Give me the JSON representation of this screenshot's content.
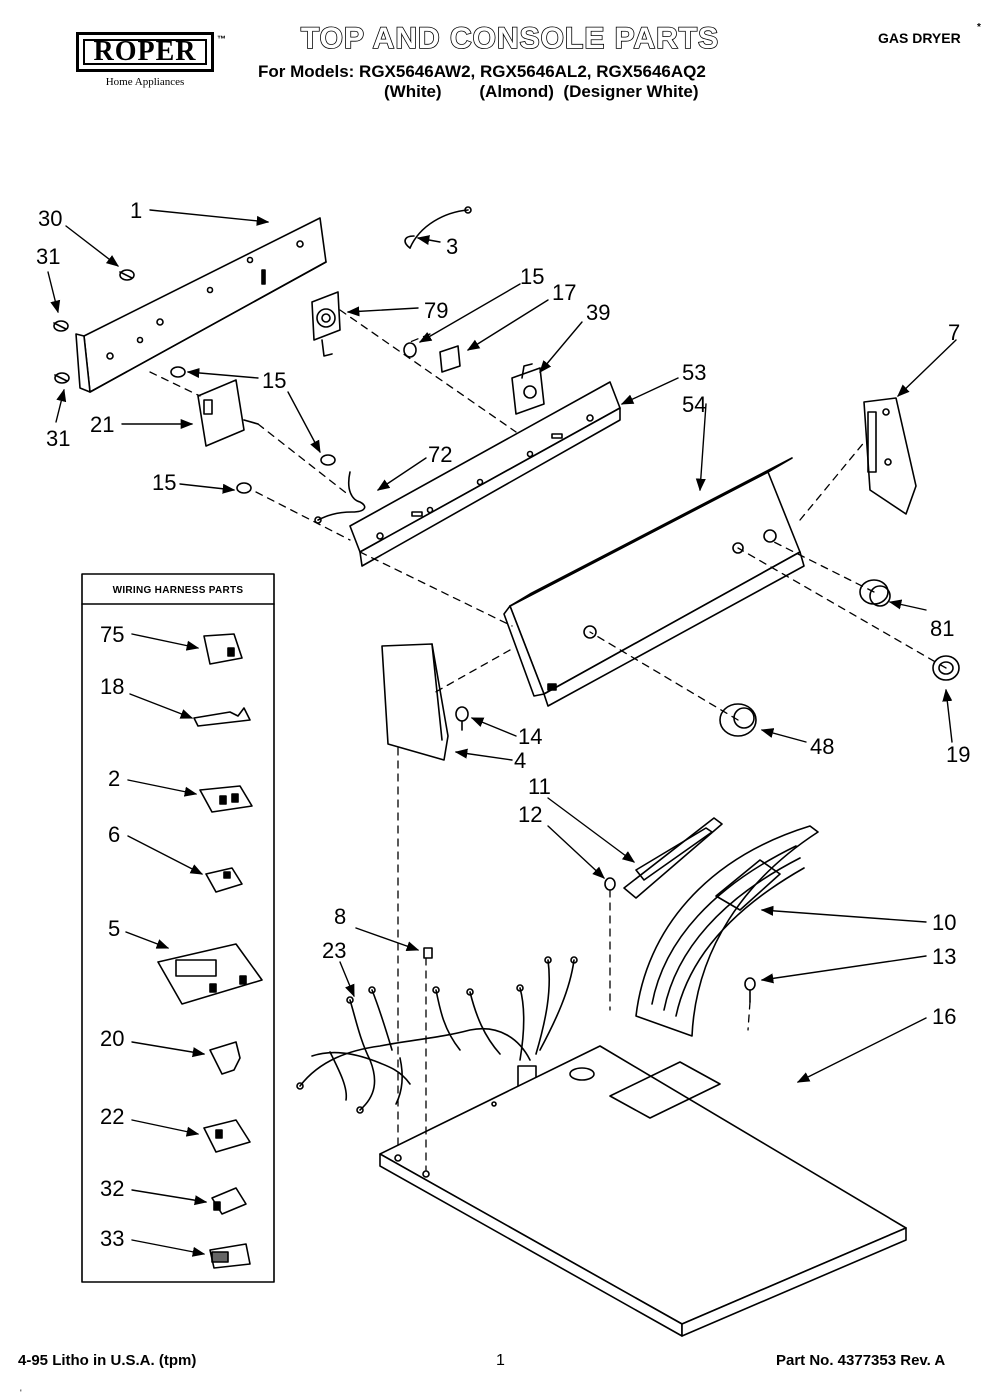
{
  "header": {
    "brand": "ROPER",
    "brand_mark": "™",
    "brand_tagline": "Home Appliances",
    "title": "TOP AND CONSOLE PARTS",
    "models_line": "For Models: RGX5646AW2, RGX5646AL2, RGX5646AQ2",
    "colors_line": "(White)        (Almond)  (Designer White)",
    "product": "GAS DRYER",
    "product_mark": "*"
  },
  "harness_box": {
    "title": "WIRING HARNESS PARTS",
    "items": [
      "75",
      "18",
      "2",
      "6",
      "5",
      "20",
      "22",
      "32",
      "33"
    ]
  },
  "callouts": {
    "c1": "1",
    "c3": "3",
    "c30": "30",
    "c31a": "31",
    "c31b": "31",
    "c79": "79",
    "c15a": "15",
    "c17": "17",
    "c39": "39",
    "c15b": "15",
    "c21": "21",
    "c72": "72",
    "c15c": "15",
    "c53": "53",
    "c54": "54",
    "c7": "7",
    "c81": "81",
    "c19": "19",
    "c48": "48",
    "c14": "14",
    "c4": "4",
    "c11": "11",
    "c12": "12",
    "c8": "8",
    "c23": "23",
    "c10": "10",
    "c13": "13",
    "c16": "16"
  },
  "footer": {
    "left": "4-95 Litho in U.S.A. (tpm)",
    "page": "1",
    "right": "Part No. 4377353 Rev. A",
    "tick": "'"
  }
}
